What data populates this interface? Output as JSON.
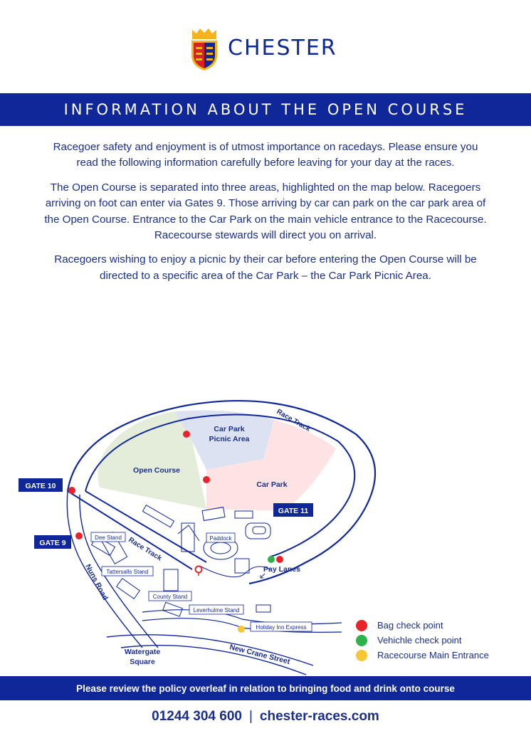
{
  "header": {
    "logo_text": "CHESTER"
  },
  "banner": {
    "title": "INFORMATION ABOUT THE OPEN COURSE"
  },
  "intro": {
    "paragraphs": [
      "Racegoer safety and enjoyment is of utmost importance on racedays. Please ensure you read the following information carefully before leaving for your day at the races.",
      "The Open Course is separated into three areas, highlighted on the map below. Racegoers arriving on foot can enter via Gates 9. Those arriving by car can park on the car park area of the Open Course. Entrance to the Car Park on the main vehicle entrance to the Racecourse. Racecourse stewards will direct you on arrival.",
      "Racegoers wishing to enjoy a picnic by their car before entering the Open Course will be directed to a specific area of the Car Park – the Car Park Picnic Area."
    ]
  },
  "map": {
    "areas": {
      "car_park_picnic_line1": "Car Park",
      "car_park_picnic_line2": "Picnic Area",
      "open_course": "Open Course",
      "car_park": "Car Park"
    },
    "gates": {
      "gate10": "GATE 10",
      "gate9": "GATE 9",
      "gate11": "GATE 11"
    },
    "labels": {
      "race_track_top": "Race Track",
      "race_track_bottom": "Race Track",
      "dee_stand": "Dee Stand",
      "paddock": "Paddock",
      "tattersalls_stand": "Tattersalls Stand",
      "county_stand": "County Stand",
      "leverhulme_stand": "Leverhulme Stand",
      "holiday_inn": "Holiday Inn Express",
      "pay_lanes": "Pay Lanes",
      "nuns_road": "Nuns Road",
      "new_crane_street": "New Crane Street",
      "watergate_line1": "Watergate",
      "watergate_line2": "Square"
    },
    "colors": {
      "open_course": "#e3edda",
      "picnic_area": "#dde2f2",
      "car_park": "#fde3e4",
      "navy": "#10279a",
      "bag_check": "#e8232a",
      "vehicle_check": "#2db34a",
      "main_entrance": "#f7c634"
    }
  },
  "legend": {
    "items": [
      {
        "label": "Bag check point",
        "color": "#e8232a"
      },
      {
        "label": "Vehichle check point",
        "color": "#2db34a"
      },
      {
        "label": "Racecourse Main Entrance",
        "color": "#f7c634"
      }
    ]
  },
  "footer": {
    "notice": "Please review the policy overleaf in relation to bringing food and drink onto course",
    "phone": "01244 304 600",
    "separator": "|",
    "website": "chester-races.com"
  }
}
